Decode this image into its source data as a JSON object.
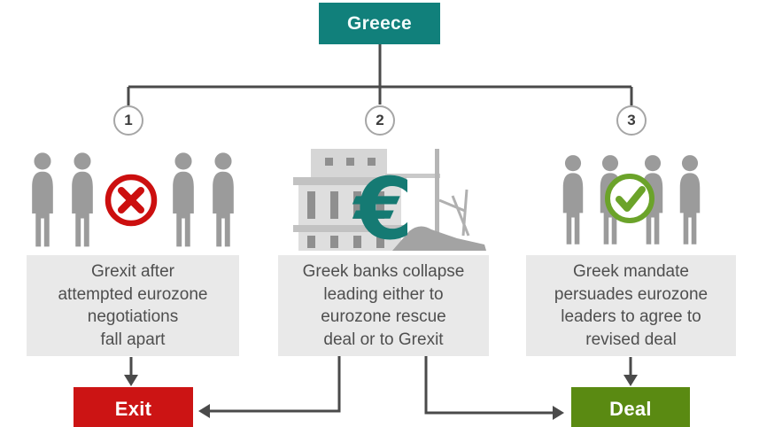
{
  "root": {
    "label": "Greece"
  },
  "scenarios": [
    {
      "number": "1",
      "icon": "crowd-with-rejection",
      "status_icon": "x-circle-icon",
      "description": "Grexit after\nattempted eurozone\nnegotiations\nfall apart"
    },
    {
      "number": "2",
      "icon": "collapsed-bank-euro",
      "description": "Greek banks collapse\nleading either to\neurozone rescue\ndeal or to Grexit"
    },
    {
      "number": "3",
      "icon": "crowd-with-approval",
      "status_icon": "check-circle-icon",
      "description": "Greek mandate\npersuades eurozone\nleaders to agree to\nrevised deal"
    }
  ],
  "outcomes": {
    "exit": {
      "label": "Exit",
      "color": "#cc1414"
    },
    "deal": {
      "label": "Deal",
      "color": "#5a8a12"
    }
  },
  "colors": {
    "brand_teal": "#11807b",
    "euro_teal": "#157a73",
    "rejection_red": "#cc0f0f",
    "approval_green": "#6ba32a",
    "silhouette_gray": "#9b9b9b",
    "panel_gray": "#e9e9e9",
    "connector_gray": "#4a4a4a"
  }
}
